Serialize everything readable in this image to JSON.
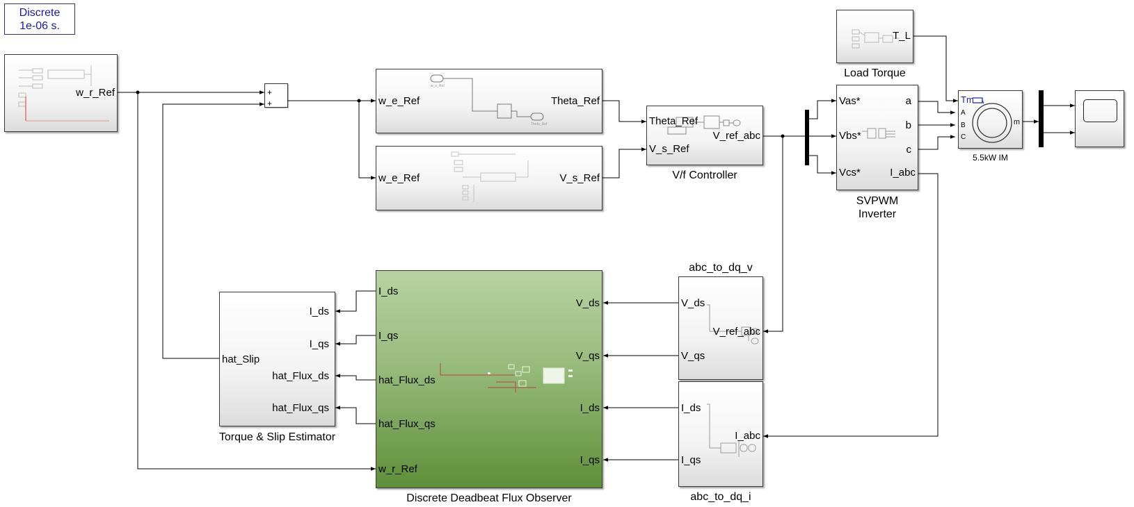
{
  "powergui": {
    "line1": "Discrete",
    "line2": "1e-06 s."
  },
  "speed_ref": {
    "out_port": "w_r_Ref"
  },
  "sum_block": {
    "sign_top": "+",
    "sign_bottom": "+"
  },
  "theta_gen": {
    "in_port": "w_e_Ref",
    "out_port": "Theta_Ref",
    "inner_in": "w_e_Ref",
    "inner_out": "Theta_Ref"
  },
  "vs_gen": {
    "in_port": "w_e_Ref",
    "out_port": "V_s_Ref"
  },
  "vf_controller": {
    "in1": "Theta_Ref",
    "in2": "V_s_Ref",
    "out": "V_ref_abc",
    "caption": "V/f Controller"
  },
  "load_torque": {
    "out_port": "T_L",
    "caption": "Load Torque"
  },
  "inverter": {
    "in1": "Vas*",
    "in2": "Vbs*",
    "in3": "Vcs*",
    "out_a": "a",
    "out_b": "b",
    "out_c": "c",
    "out_i": "I_abc",
    "caption_line1": "SVPWM",
    "caption_line2": "Inverter"
  },
  "motor": {
    "in_tm": "Tm",
    "in_a": "A",
    "in_b": "B",
    "in_c": "C",
    "out_m": "m",
    "caption": "5.5kW IM"
  },
  "abc_dq_v": {
    "title": "abc_to_dq_v",
    "out1": "V_ds",
    "out2": "V_qs",
    "in": "V_ref_abc"
  },
  "abc_dq_i": {
    "title": "abc_to_dq_i",
    "out1": "I_ds",
    "out2": "I_qs",
    "in": "I_abc"
  },
  "observer": {
    "caption": "Discrete Deadbeat Flux Observer",
    "out1": "I_ds",
    "out2": "I_qs",
    "out3": "hat_Flux_ds",
    "out4": "hat_Flux_qs",
    "in_wr": "w_r_Ref",
    "in1": "V_ds",
    "in2": "V_qs",
    "in3": "I_ds",
    "in4": "I_qs"
  },
  "estimator": {
    "caption": "Torque & Slip Estimator",
    "in1": "I_ds",
    "in2": "I_qs",
    "in3": "hat_Flux_ds",
    "in4": "hat_Flux_qs",
    "out": "hat_Slip"
  },
  "colors": {
    "wire": "#000000",
    "observer_green": "#6f9a4a",
    "powergui_blue": "#1a1aa8",
    "motor_port_blue": "#2222cc"
  }
}
